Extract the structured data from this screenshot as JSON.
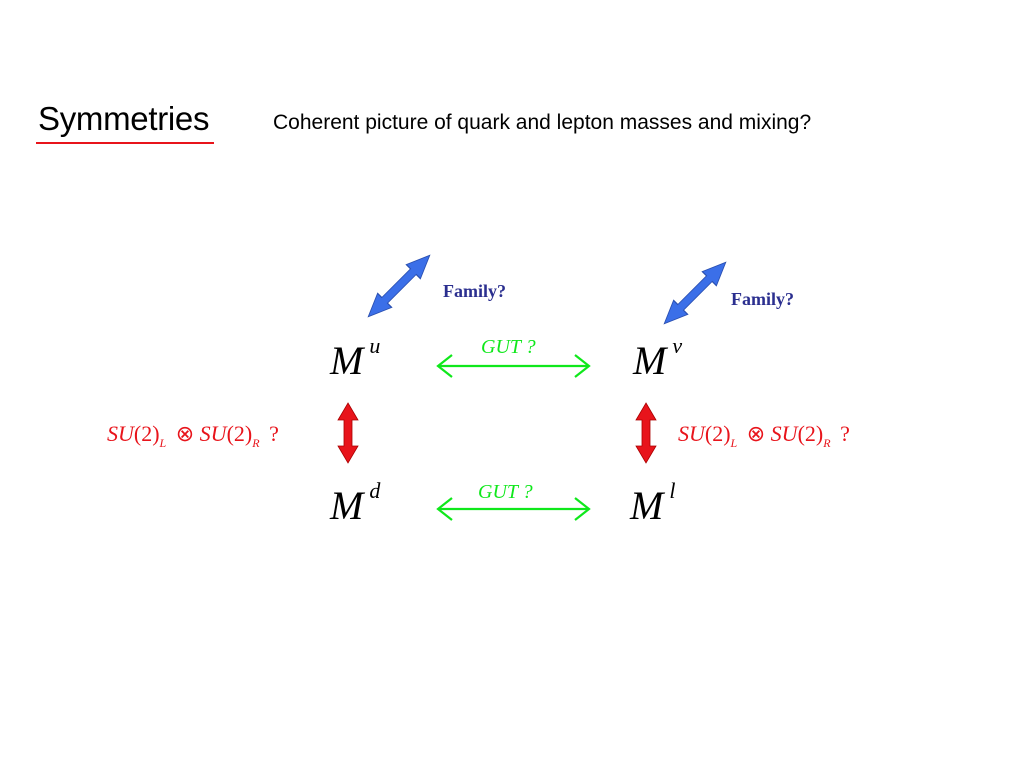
{
  "slide": {
    "title": "Symmetries",
    "subtitle": "Coherent picture of quark and lepton masses and mixing?"
  },
  "diagram": {
    "family_labels": [
      "Family?",
      "Family?"
    ],
    "gut_labels": [
      "GUT ?",
      "GUT ?"
    ],
    "su_left": {
      "a": "SU",
      "b": "(2)",
      "sub1": "L",
      "op": "⊗",
      "c": "SU",
      "d": "(2)",
      "sub2": "R",
      "q": "?"
    },
    "su_right": {
      "a": "SU",
      "b": "(2)",
      "sub1": "L",
      "op": "⊗",
      "c": "SU",
      "d": "(2)",
      "sub2": "R",
      "q": "?"
    },
    "matrices": {
      "mu": {
        "base": "M",
        "sup": "u"
      },
      "mnu": {
        "base": "M",
        "sup": "ν"
      },
      "md": {
        "base": "M",
        "sup": "d"
      },
      "ml": {
        "base": "M",
        "sup": "l"
      }
    }
  },
  "colors": {
    "family_arrow": "#3b6fe8",
    "gut_arrow": "#0fe81b",
    "su_arrow": "#e8141b",
    "title_underline": "#e8141b",
    "family_text": "#2b2f8f"
  }
}
